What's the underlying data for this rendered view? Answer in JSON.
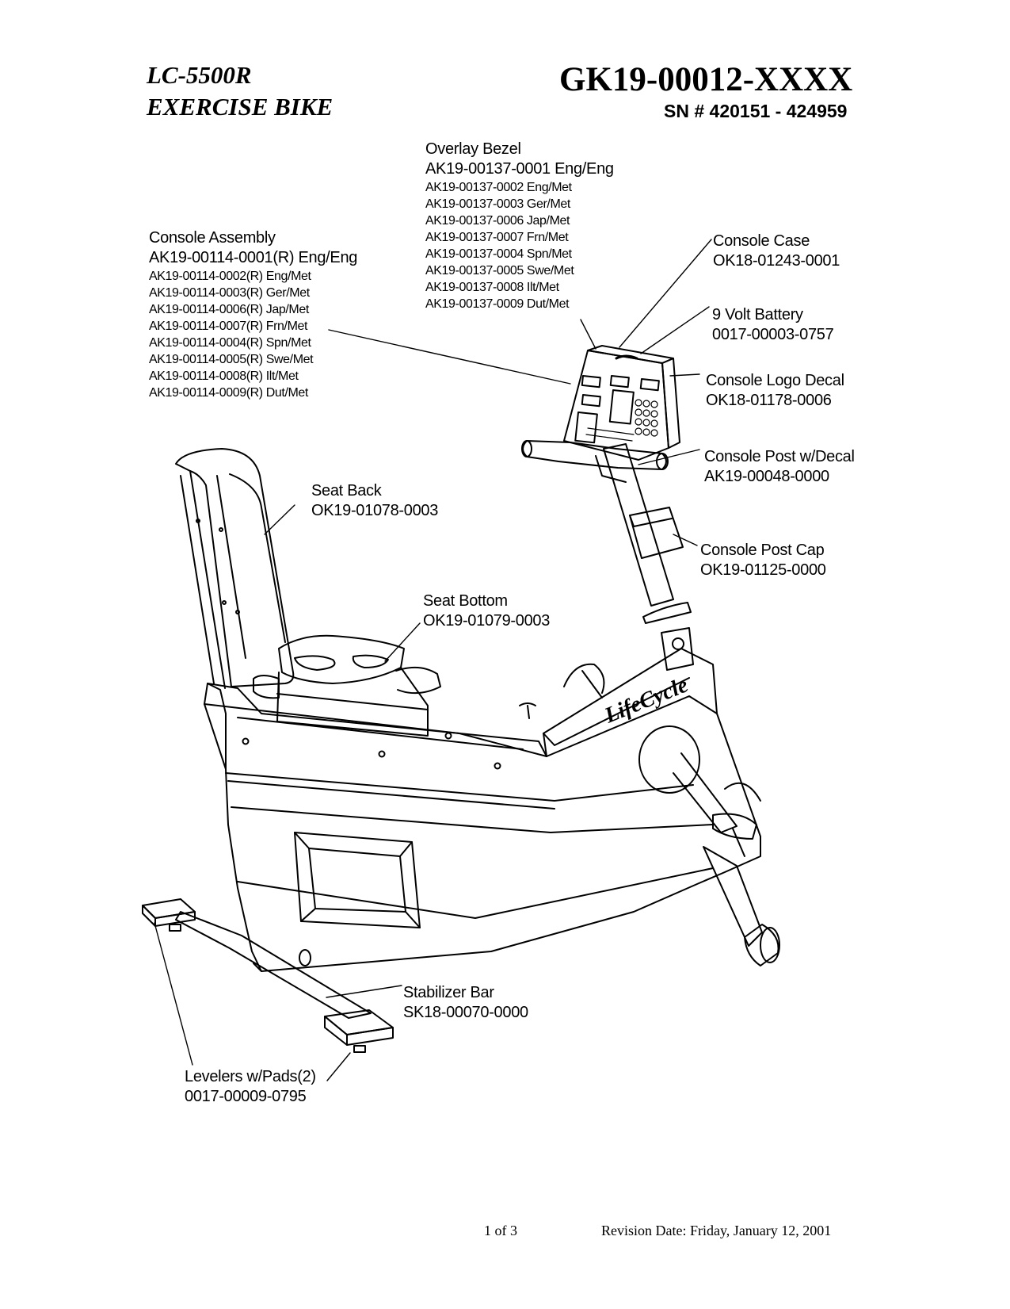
{
  "header": {
    "model_line1": "LC-5500R",
    "model_line2": "EXERCISE BIKE",
    "part_number": "GK19-00012-XXXX",
    "serial_range": "SN # 420151 - 424959"
  },
  "callouts": {
    "overlay_bezel": {
      "title": "Overlay Bezel",
      "primary": "AK19-00137-0001 Eng/Eng",
      "variants": [
        "AK19-00137-0002 Eng/Met",
        "AK19-00137-0003 Ger/Met",
        "AK19-00137-0006 Jap/Met",
        "AK19-00137-0007 Frn/Met",
        "AK19-00137-0004 Spn/Met",
        "AK19-00137-0005 Swe/Met",
        "AK19-00137-0008 Ilt/Met",
        "AK19-00137-0009 Dut/Met"
      ]
    },
    "console_assembly": {
      "title": "Console Assembly",
      "primary": "AK19-00114-0001(R) Eng/Eng",
      "variants": [
        "AK19-00114-0002(R) Eng/Met",
        "AK19-00114-0003(R) Ger/Met",
        "AK19-00114-0006(R) Jap/Met",
        "AK19-00114-0007(R) Frn/Met",
        "AK19-00114-0004(R) Spn/Met",
        "AK19-00114-0005(R) Swe/Met",
        "AK19-00114-0008(R) Ilt/Met",
        "AK19-00114-0009(R) Dut/Met"
      ]
    },
    "console_case": {
      "title": "Console Case",
      "part": "OK18-01243-0001"
    },
    "battery": {
      "title": "9 Volt Battery",
      "part": "0017-00003-0757"
    },
    "logo_decal": {
      "title": "Console Logo Decal",
      "part": "OK18-01178-0006"
    },
    "console_post": {
      "title": "Console Post w/Decal",
      "part": "AK19-00048-0000"
    },
    "post_cap": {
      "title": "Console Post Cap",
      "part": "OK19-01125-0000"
    },
    "seat_back": {
      "title": "Seat Back",
      "part": "OK19-01078-0003"
    },
    "seat_bottom": {
      "title": "Seat Bottom",
      "part": "OK19-01079-0003"
    },
    "stabilizer": {
      "title": "Stabilizer Bar",
      "part": "SK18-00070-0000"
    },
    "levelers": {
      "title": "Levelers w/Pads(2)",
      "part": "0017-00009-0795"
    }
  },
  "drawing": {
    "brand_logo_text": "LifeCycle"
  },
  "footer": {
    "page": "1 of 3",
    "revision": "Revision Date: Friday, January 12, 2001"
  }
}
